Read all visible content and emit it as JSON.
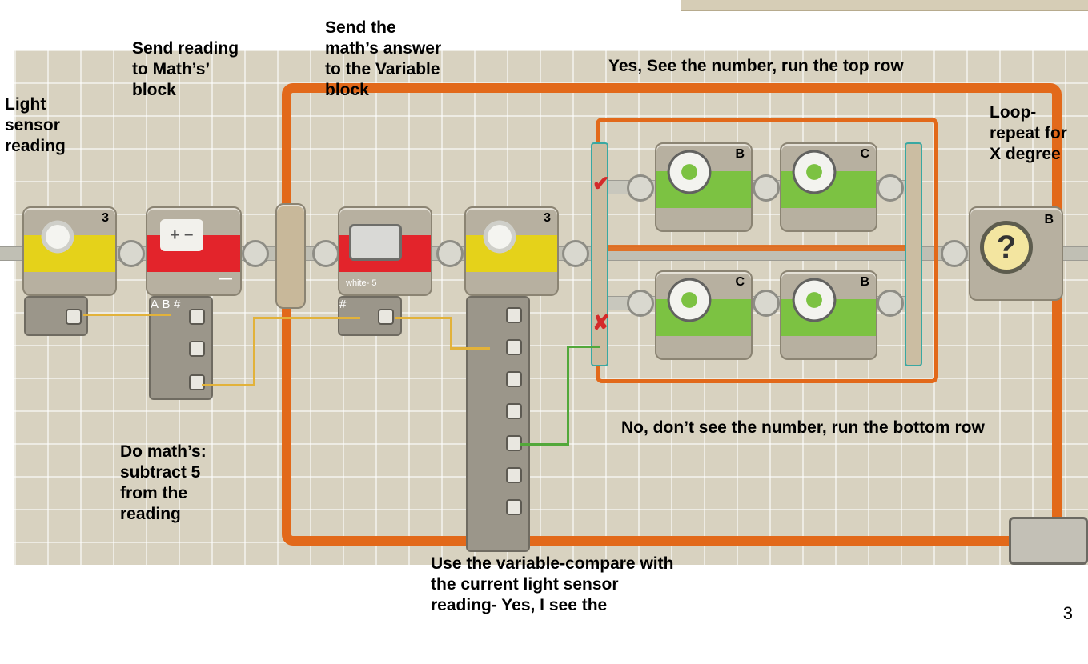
{
  "annotations": {
    "light_sensor": "Light sensor reading",
    "send_to_math": "Send reading to Math’s’ block",
    "send_to_variable": "Send the math’s answer to the Variable block",
    "yes_top_row": "Yes, See the number, run the top row",
    "loop_repeat": "Loop-repeat for X degree",
    "no_bottom_row": "No, don’t see the number, run the bottom row",
    "do_math": "Do math’s: subtract 5 from the reading",
    "use_variable": "Use the variable-compare with the current light sensor reading- Yes, I see the"
  },
  "blocks": {
    "light_sensor_1": {
      "port": "3"
    },
    "math": {
      "operator": "—"
    },
    "variable": {
      "name": "white- 5"
    },
    "light_sensor_2": {
      "port": "3"
    },
    "motor_top_1": {
      "port": "B"
    },
    "motor_top_2": {
      "port": "C"
    },
    "motor_bottom_1": {
      "port": "C"
    },
    "motor_bottom_2": {
      "port": "B"
    },
    "loop": {
      "port": "B"
    }
  },
  "plugs": {
    "math_inputs": [
      "A",
      "B",
      "#"
    ],
    "variable_input": "#"
  },
  "slide_number": "3",
  "colors": {
    "loop_frame": "#e2691a",
    "sensor_band": "#e5d21a",
    "math_band": "#e3242b",
    "motor_band": "#7cc242",
    "number_wire": "#e2b23a",
    "logic_wire": "#52a83a"
  }
}
